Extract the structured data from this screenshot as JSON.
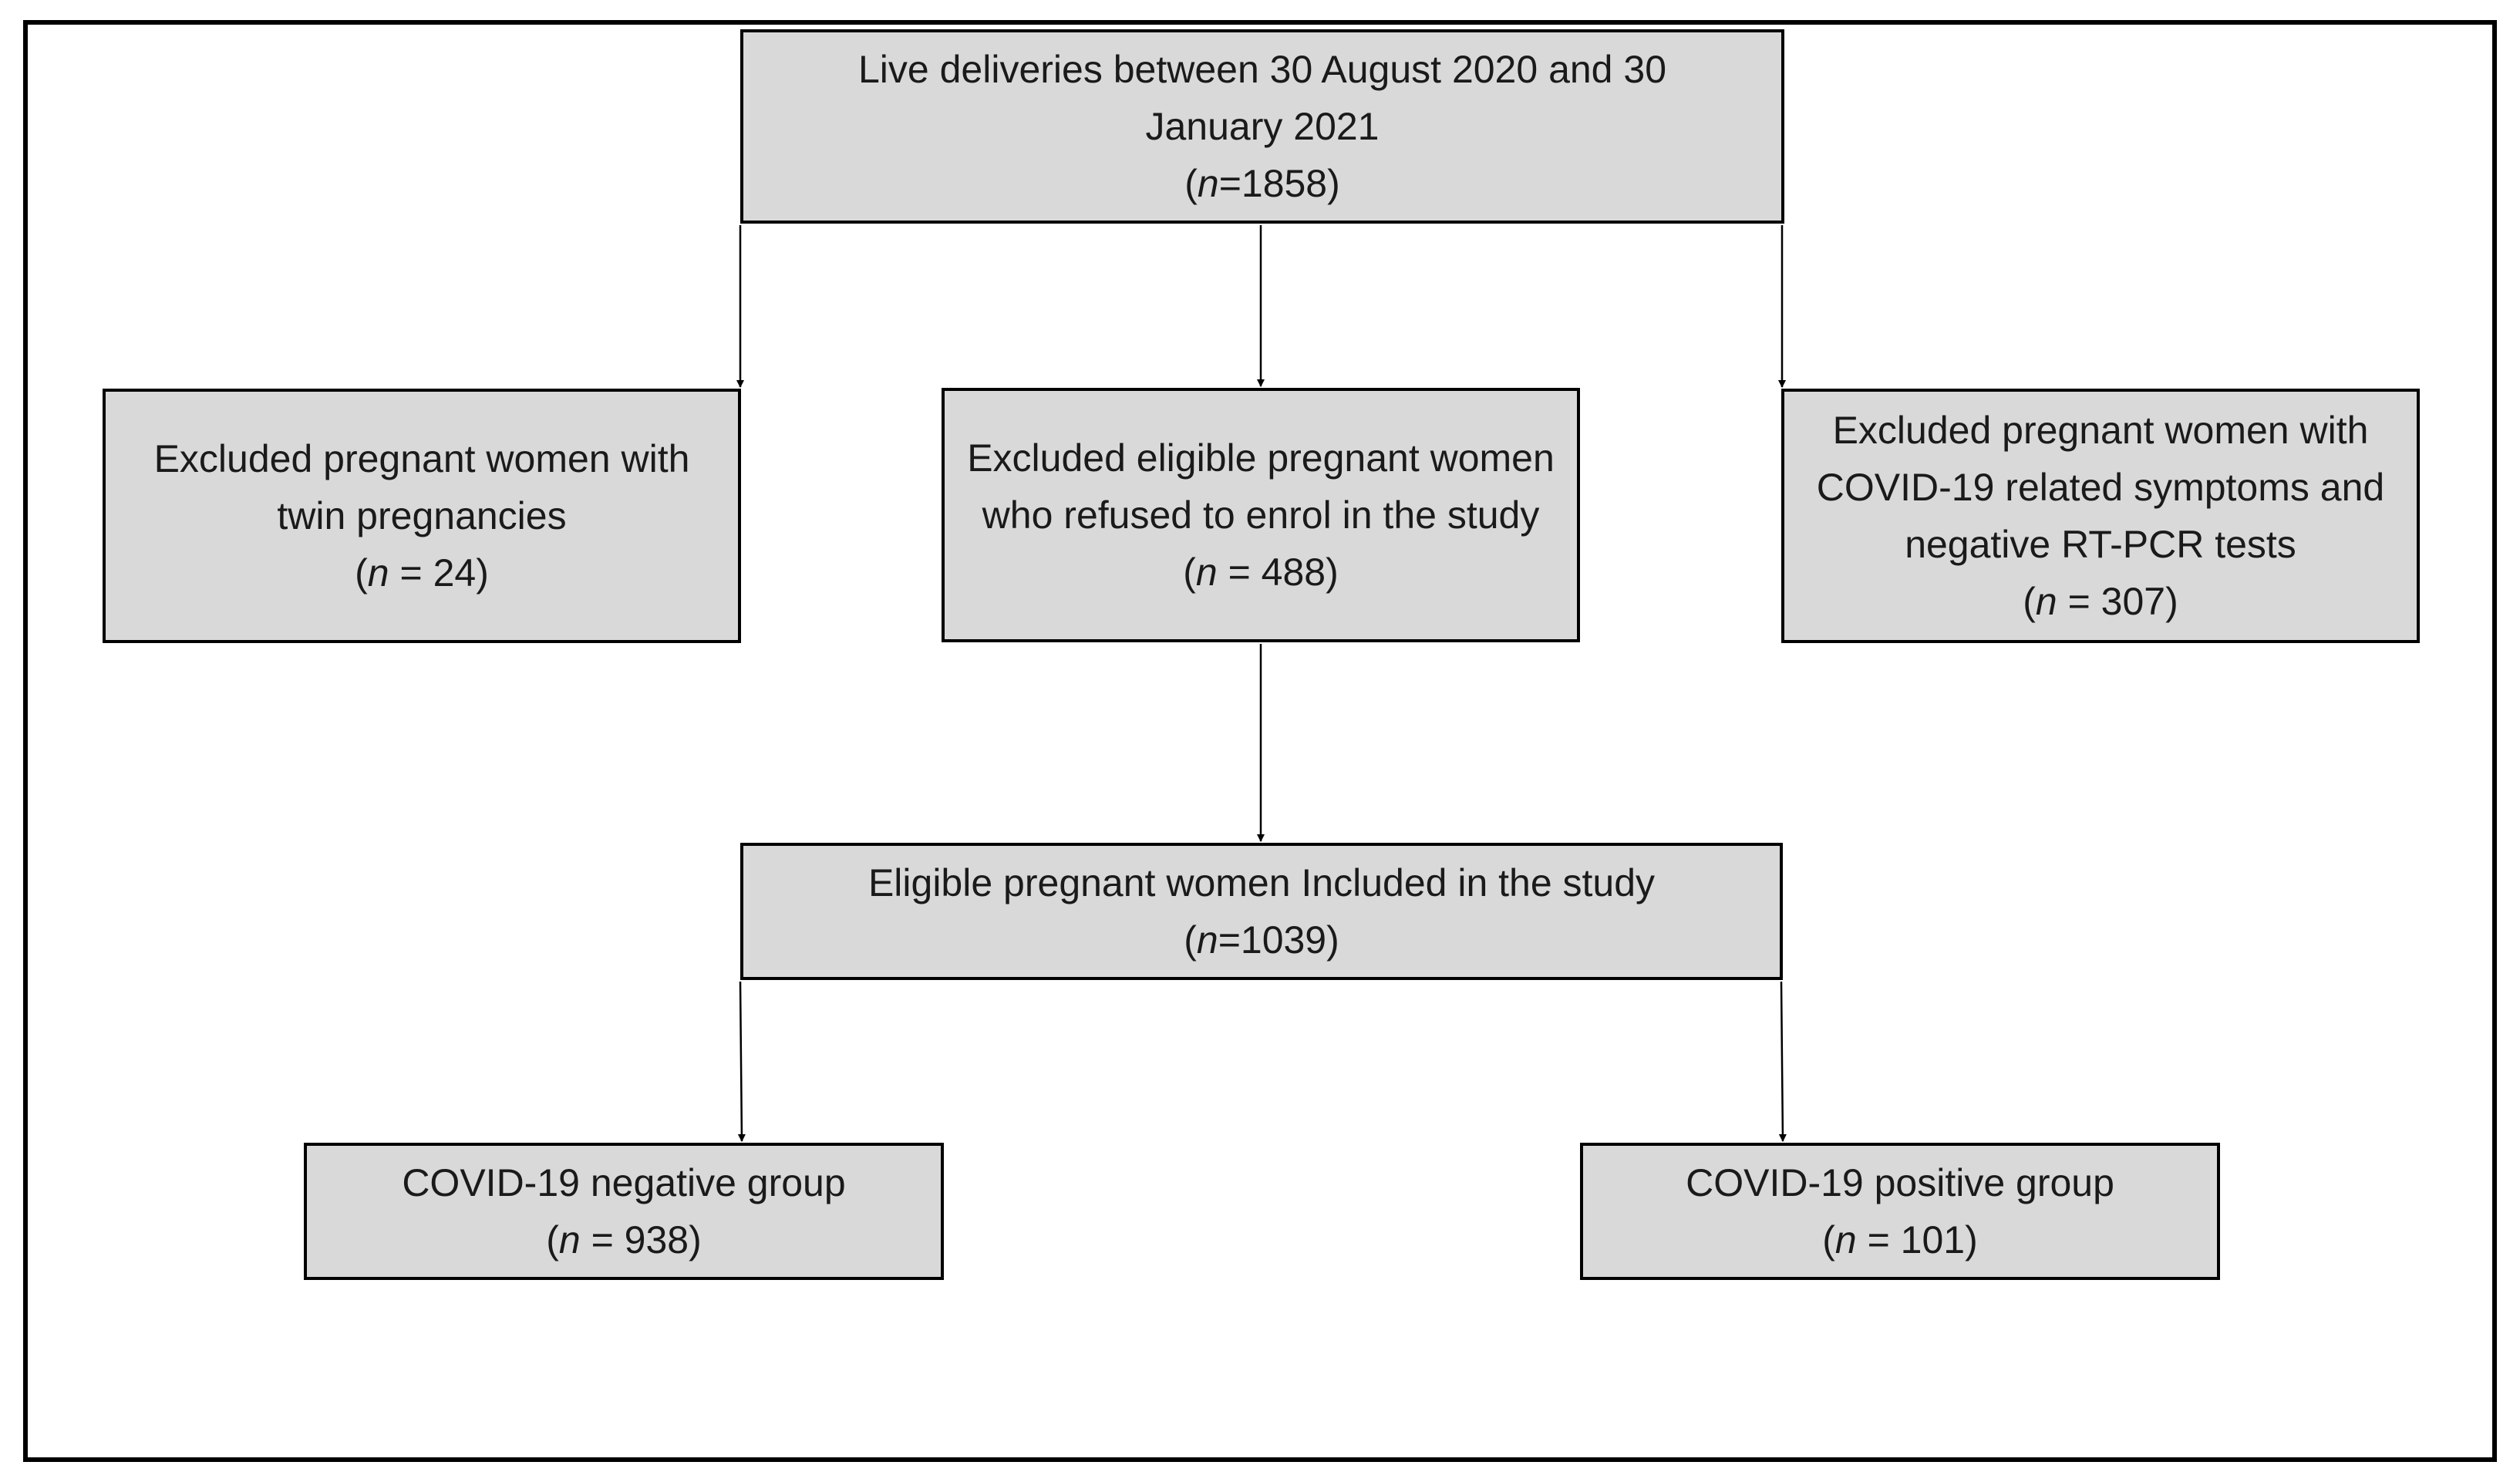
{
  "nodes": {
    "top": {
      "text": "Live deliveries between 30 August 2020 and 30 January 2021",
      "n_var": "n",
      "n_value": "=1858"
    },
    "twin": {
      "text": "Excluded pregnant women with twin pregnancies",
      "n_var": "n",
      "n_value": " = 24"
    },
    "refused": {
      "text": "Excluded eligible pregnant women who refused to enrol in the study",
      "n_var": "n",
      "n_value": " = 488"
    },
    "symptoms": {
      "text": "Excluded pregnant women with COVID-19 related symptoms and negative RT-PCR tests",
      "n_var": "n",
      "n_value": " = 307"
    },
    "included": {
      "text": "Eligible pregnant women Included in the study",
      "n_var": "n",
      "n_value": "=1039"
    },
    "negative": {
      "text": "COVID-19 negative group",
      "n_var": "n",
      "n_value": " = 938"
    },
    "positive": {
      "text": "COVID-19 positive group",
      "n_var": "n",
      "n_value": " = 101"
    }
  },
  "edges": [
    {
      "from": "top",
      "to": "twin"
    },
    {
      "from": "top",
      "to": "refused"
    },
    {
      "from": "top",
      "to": "symptoms"
    },
    {
      "from": "refused",
      "to": "included"
    },
    {
      "from": "included",
      "to": "negative"
    },
    {
      "from": "included",
      "to": "positive"
    }
  ],
  "colors": {
    "box_fill": "#d9d9d9",
    "stroke": "#000000",
    "text": "#1a1a1a"
  }
}
